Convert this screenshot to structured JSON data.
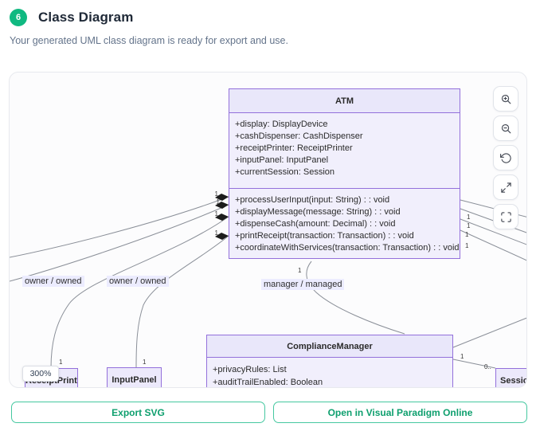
{
  "header": {
    "step_number": "6",
    "title": "Class Diagram",
    "subtitle": "Your generated UML class diagram is ready for export and use."
  },
  "canvas": {
    "zoom_badge": "300%",
    "controls": [
      {
        "icon": "zoom-in-icon"
      },
      {
        "icon": "zoom-out-icon"
      },
      {
        "icon": "reset-rotate-icon"
      },
      {
        "icon": "expand-icon"
      },
      {
        "icon": "fullscreen-icon"
      }
    ],
    "classes": {
      "atm": {
        "name": "ATM",
        "attributes": [
          "+display: DisplayDevice",
          "+cashDispenser: CashDispenser",
          "+receiptPrinter: ReceiptPrinter",
          "+inputPanel: InputPanel",
          "+currentSession: Session"
        ],
        "methods": [
          "+processUserInput(input: String) : : void",
          "+displayMessage(message: String) : : void",
          "+dispenseCash(amount: Decimal) : : void",
          "+printReceipt(transaction: Transaction) : : void",
          "+coordinateWithServices(transaction: Transaction) : : void"
        ]
      },
      "compliance_manager": {
        "name": "ComplianceManager",
        "attributes": [
          "+privacyRules: List",
          "+auditTrailEnabled: Boolean"
        ]
      },
      "receipt_printer": {
        "name": "ReceiptPrinter"
      },
      "input_panel": {
        "name": "InputPanel"
      },
      "session": {
        "name": "Session"
      }
    },
    "edge_labels": {
      "owner_owned_1": "owner / owned",
      "owner_owned_2": "owner / owned",
      "manager_managed": "manager / managed"
    },
    "multiplicity": {
      "one": "1",
      "zero_or_more": "0.."
    }
  },
  "footer": {
    "export_svg": "Export SVG",
    "open_vp": "Open in Visual Paradigm Online"
  },
  "colors": {
    "step_badge_green": "#10b981",
    "class_border_purple": "#9370db",
    "class_fill_lavender": "#ececff",
    "edge_gray": "#8a8f98",
    "button_teal_border": "#45c8a0",
    "button_teal_text": "#0e9f6e"
  }
}
